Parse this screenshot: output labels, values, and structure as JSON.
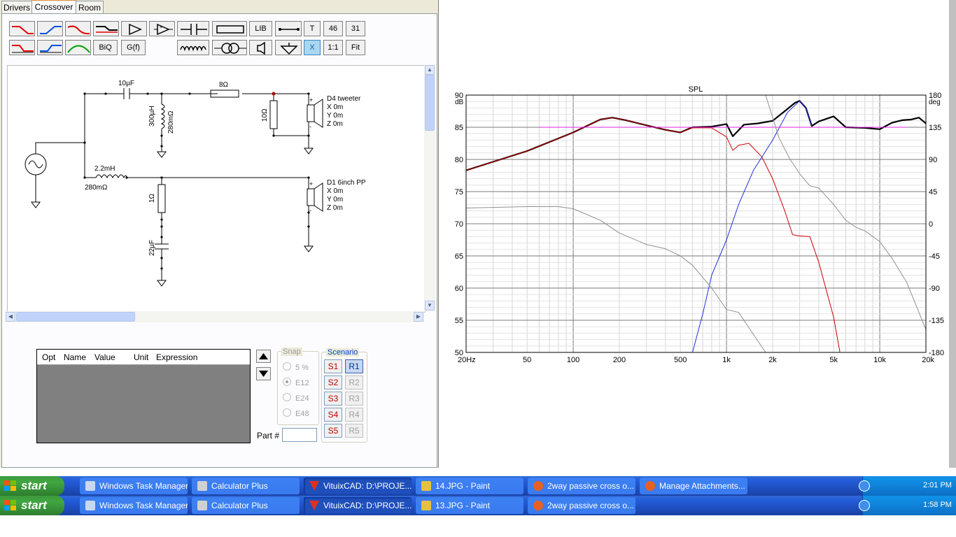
{
  "tabs": [
    "Drivers",
    "Crossover",
    "Room"
  ],
  "toolbar": {
    "lib": "LIB",
    "t": "T",
    "n46": "46",
    "n31": "31",
    "biq": "BiQ",
    "gf": "G(f)",
    "x": "X",
    "one_to_one": "1:1",
    "fit": "Fit"
  },
  "schematic": {
    "cap_label": "10µF",
    "res_label": "8Ω",
    "ind1_value": "300µH",
    "ind1_res": "280mΩ",
    "res2_label": "10Ω",
    "tweeter_name": "D4 tweeter",
    "tweeter_x": "X 0m",
    "tweeter_y": "Y 0m",
    "tweeter_z": "Z 0m",
    "ind2_value": "2.2mH",
    "ind2_res": "280mΩ",
    "res3_label": "1Ω",
    "cap2_label": "22µF",
    "woofer_name": "D1 6inch PP",
    "woofer_x": "X 0m",
    "woofer_y": "Y 0m",
    "woofer_z": "Z 0m",
    "plus": "+",
    "minus": "-"
  },
  "grid_headers": [
    "Opt",
    "Name",
    "Value",
    "Unit",
    "Expression"
  ],
  "snap": {
    "title": "Snap",
    "options": [
      "5 %",
      "E12",
      "E24",
      "E48"
    ],
    "selected": "E12"
  },
  "scenario": {
    "title": "Scenario",
    "s": [
      "S1",
      "S2",
      "S3",
      "S4",
      "S5"
    ],
    "r": [
      "R1",
      "R2",
      "R3",
      "R4",
      "R5"
    ]
  },
  "part_label": "Part #",
  "part_value": "",
  "chart_data": {
    "type": "line",
    "title": "SPL",
    "xscale": "log",
    "xlim": [
      20,
      20000
    ],
    "ylim": [
      50,
      90
    ],
    "y2lim": [
      -180,
      180
    ],
    "yticks": [
      "90",
      "85",
      "80",
      "75",
      "70",
      "65",
      "60",
      "55",
      "50"
    ],
    "y2ticks": [
      "180",
      "135",
      "90",
      "45",
      "0",
      "-45",
      "-90",
      "-135",
      "-180"
    ],
    "ylabel_unit": "dB",
    "y2label_unit": "deg",
    "xticks": [
      "20Hz",
      "50",
      "100",
      "200",
      "500",
      "1k",
      "2k",
      "5k",
      "10k",
      "20k"
    ],
    "xtick_values": [
      20,
      50,
      100,
      200,
      500,
      1000,
      2000,
      5000,
      10000,
      20000
    ],
    "grid": true,
    "series": [
      {
        "color": "#000000",
        "width": 2.2,
        "axis": "left",
        "x": [
          20,
          50,
          100,
          150,
          180,
          220,
          300,
          400,
          500,
          600,
          800,
          1000,
          1100,
          1300,
          1600,
          2000,
          2400,
          2800,
          3000,
          3300,
          3600,
          4000,
          5000,
          6000,
          8000,
          10000,
          12000,
          14000,
          16000,
          18000,
          20000
        ],
        "y": [
          78.3,
          81.3,
          84.2,
          86.2,
          86.5,
          86.1,
          85.3,
          84.6,
          84.2,
          85,
          85.1,
          85.5,
          83.6,
          85.4,
          85.6,
          86,
          87.5,
          88.8,
          89.1,
          88,
          85.2,
          85.9,
          86.7,
          85,
          84.9,
          84.7,
          85.7,
          86.1,
          86.2,
          86.5,
          85.6
        ]
      },
      {
        "color": "#cc0000",
        "width": 1,
        "axis": "left",
        "x": [
          20,
          50,
          100,
          150,
          180,
          220,
          300,
          400,
          500,
          600,
          800,
          1000,
          1100,
          1200,
          1400,
          1700,
          2000,
          2400,
          2700,
          3000,
          3500,
          4000,
          5000,
          5500
        ],
        "y": [
          78.3,
          81.3,
          84.2,
          86.2,
          86.5,
          86.1,
          85.3,
          84.6,
          84.2,
          84.9,
          84.9,
          83.5,
          81.4,
          82.2,
          82.5,
          80.4,
          77,
          72,
          68.3,
          68.1,
          68,
          64,
          55.5,
          50
        ]
      },
      {
        "color": "#1f2fd8",
        "width": 1,
        "axis": "left",
        "x": [
          600,
          700,
          800,
          1000,
          1200,
          1500,
          2000,
          2500,
          3000,
          3300,
          3600
        ],
        "y": [
          50,
          56,
          62,
          67.5,
          73,
          78.3,
          83,
          87.3,
          89.1,
          88,
          85.2
        ]
      },
      {
        "color": "#e020e0",
        "width": 1,
        "axis": "left",
        "x": [
          60,
          15000
        ],
        "y": [
          85,
          85
        ]
      },
      {
        "color": "#909090",
        "width": 1,
        "axis": "right",
        "x": [
          20,
          50,
          80,
          100,
          150,
          200,
          300,
          400,
          500,
          600,
          800,
          1000,
          1200,
          1500,
          1800
        ],
        "y": [
          22,
          24,
          24,
          21,
          5,
          -13,
          -29,
          -35,
          -45,
          -58,
          -90,
          -120,
          -124,
          -155,
          -180
        ]
      },
      {
        "color": "#909090",
        "width": 1,
        "axis": "right",
        "x": [
          1800,
          2200,
          2600,
          3000,
          3500,
          4000,
          5000,
          6000,
          7000,
          8000,
          10000,
          12000,
          15000,
          20000
        ],
        "y": [
          180,
          120,
          90,
          70,
          53,
          50,
          27,
          5,
          -5,
          -10,
          -25,
          -48,
          -82,
          -148
        ]
      }
    ]
  },
  "taskbar1": {
    "start": "start",
    "items": [
      "Windows Task Manager",
      "Calculator Plus",
      "VituixCAD: D:\\PROJE...",
      "14.JPG - Paint",
      "2way passive cross o...",
      "Manage Attachments..."
    ],
    "time": "2:01 PM"
  },
  "taskbar2": {
    "start": "start",
    "items": [
      "Windows Task Manager",
      "Calculator Plus",
      "VituixCAD: D:\\PROJE...",
      "13.JPG - Paint",
      "2way passive cross o..."
    ],
    "time": "1:58 PM"
  }
}
